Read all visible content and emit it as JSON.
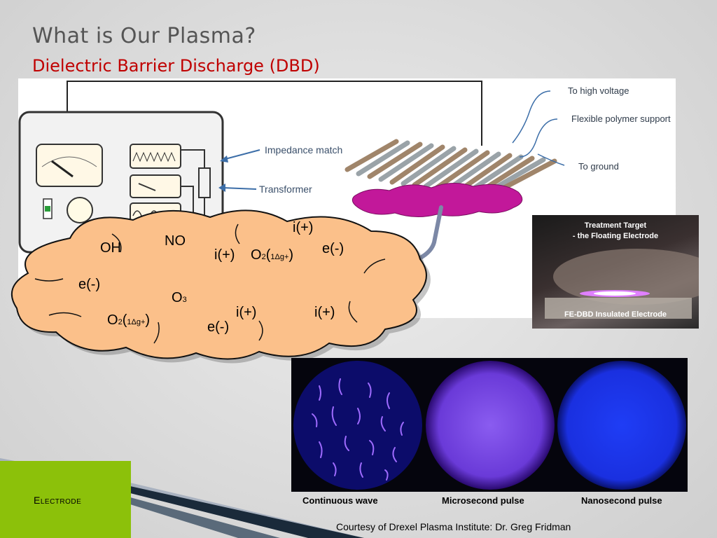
{
  "slide": {
    "title": "What is Our Plasma?",
    "subtitle": "Dielectric Barrier Discharge (DBD)"
  },
  "diagram": {
    "labels": {
      "high_voltage": "To high voltage",
      "polymer": "Flexible polymer support",
      "impedance": "Impedance match",
      "transformer": "Transformer",
      "ground": "To ground"
    }
  },
  "cloud": {
    "species": {
      "oh": "OH",
      "no": "NO",
      "ion1": "i(+)",
      "ion2": "i(+)",
      "o2_a_main": "O",
      "o2_a_sub": "2",
      "o2_a_state": "1Δg+",
      "electron1": "e(-)",
      "electron2": "e(-)",
      "o3_main": "O",
      "o3_sub": "3",
      "o2_b_main": "O",
      "o2_b_sub": "2",
      "o2_b_state": "1Δg+",
      "ion3": "i(+)",
      "ion4": "i(+)",
      "electron3": "e(-)"
    }
  },
  "photo": {
    "caption_top": "Treatment Target\n- the Floating Electrode",
    "caption_bottom": "FE-DBD Insulated Electrode"
  },
  "plasma_images": {
    "captions": [
      "Continuous wave",
      "Microsecond pulse",
      "Nanosecond pulse"
    ]
  },
  "footer": {
    "courtesy": "Courtesy of Drexel Plasma Institute: Dr. Greg Fridman",
    "electrode_label": "Electrode"
  },
  "colors": {
    "title": "#555555",
    "subtitle": "#c00000",
    "cloud_fill": "#fbc08a",
    "plasma_cloud": "#c2189a",
    "electrode_box": "#8cc10a"
  }
}
